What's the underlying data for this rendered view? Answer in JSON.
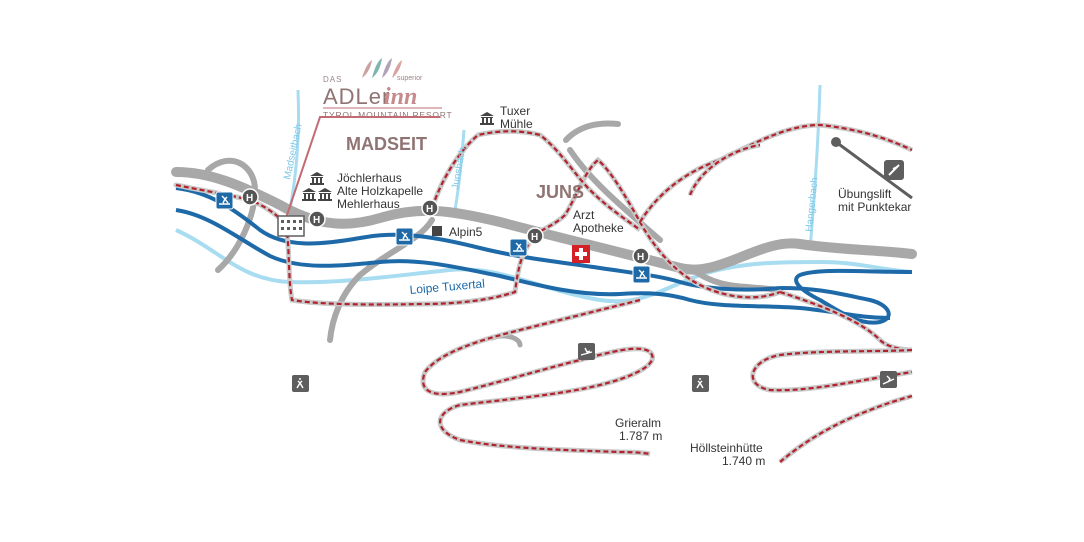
{
  "logo": {
    "das": "DAS",
    "superior": "superior",
    "name_main": "ADLer",
    "name_inn": "inn",
    "subtitle": "TYROL MOUNTAIN RESORT"
  },
  "regions": {
    "madseit": "MADSEIT",
    "juns": "JUNS"
  },
  "streams": {
    "madseitbach": "Madseitbach",
    "junsbach": "Junsbach",
    "hangerbach": "Hangerbach"
  },
  "pois": {
    "tuxer_muehle_1": "Tuxer",
    "tuxer_muehle_2": "Mühle",
    "joechlerhaus": "Jöchlerhaus",
    "alte_holzkapelle": "Alte Holzkapelle",
    "mehlerhaus": "Mehlerhaus",
    "alpin5": "Alpin5",
    "arzt": "Arzt",
    "apotheke": "Apotheke",
    "uebungslift_1": "Übungslift",
    "uebungslift_2": "mit Punktekar",
    "grieralm_name": "Grieralm",
    "grieralm_alt": "1.787 m",
    "hoellstein_name": "Höllsteinhütte",
    "hoellstein_alt": "1.740 m"
  },
  "loipe": "Loipe Tuxertal",
  "bus_stop_letter": "H",
  "colors": {
    "road": "#a8a8a8",
    "river": "#a8dcf0",
    "loipe": "#1e6aa8",
    "trail": "#b2222c",
    "text": "#333333",
    "region": "#8f7473",
    "logo_line": "#c26b73",
    "pharmacy": "#d62027",
    "icon": "#5e5e5e"
  },
  "icons": [
    "bus-stop-icon",
    "cross-country-ski-icon",
    "ski-lift-icon",
    "downhill-ski-icon",
    "sled-icon",
    "museum-icon",
    "hotel-icon",
    "pharmacy-cross-icon"
  ]
}
